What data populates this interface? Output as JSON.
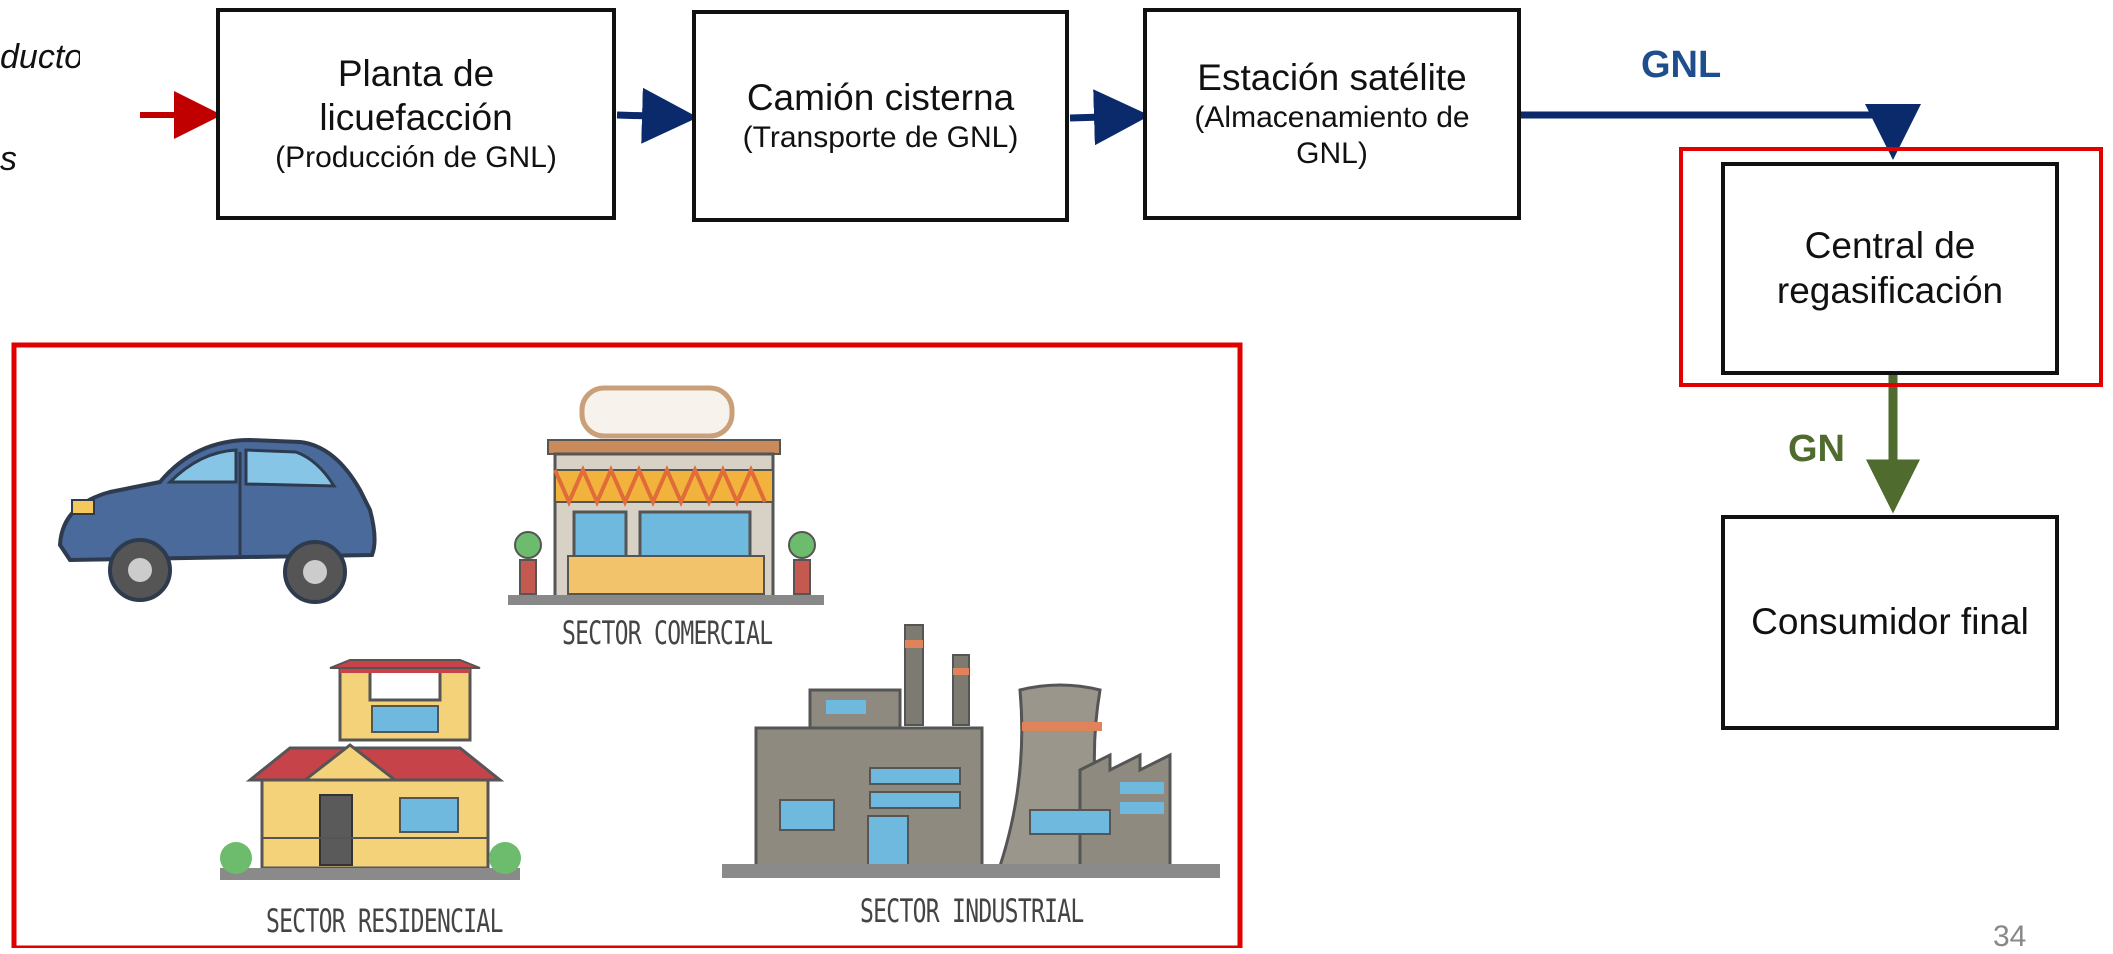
{
  "left_text": {
    "line1": "ducto",
    "line2": "s"
  },
  "boxes": {
    "planta": {
      "main": "Planta de licuefacción",
      "sub": "(Producción de GNL)"
    },
    "camion": {
      "main": "Camión cisterna",
      "sub": "(Transporte de GNL)"
    },
    "estacion": {
      "main": "Estación satélite",
      "sub": "(Almacenamiento de GNL)"
    },
    "central": {
      "main": "Central de regasificación"
    },
    "consumidor": {
      "main": "Consumidor final"
    }
  },
  "labels": {
    "gnl": "GNL",
    "gn": "GN"
  },
  "sectors": {
    "comercial": "SECTOR COMERCIAL",
    "residencial": "SECTOR RESIDENCIAL",
    "industrial": "SECTOR INDUSTRIAL"
  },
  "page_number": "34",
  "colors": {
    "red": "#e00000",
    "arrow_red": "#c00000",
    "navy": "#0a2a6b",
    "gnl_text": "#1f4e8c",
    "green": "#4f6b2d"
  }
}
